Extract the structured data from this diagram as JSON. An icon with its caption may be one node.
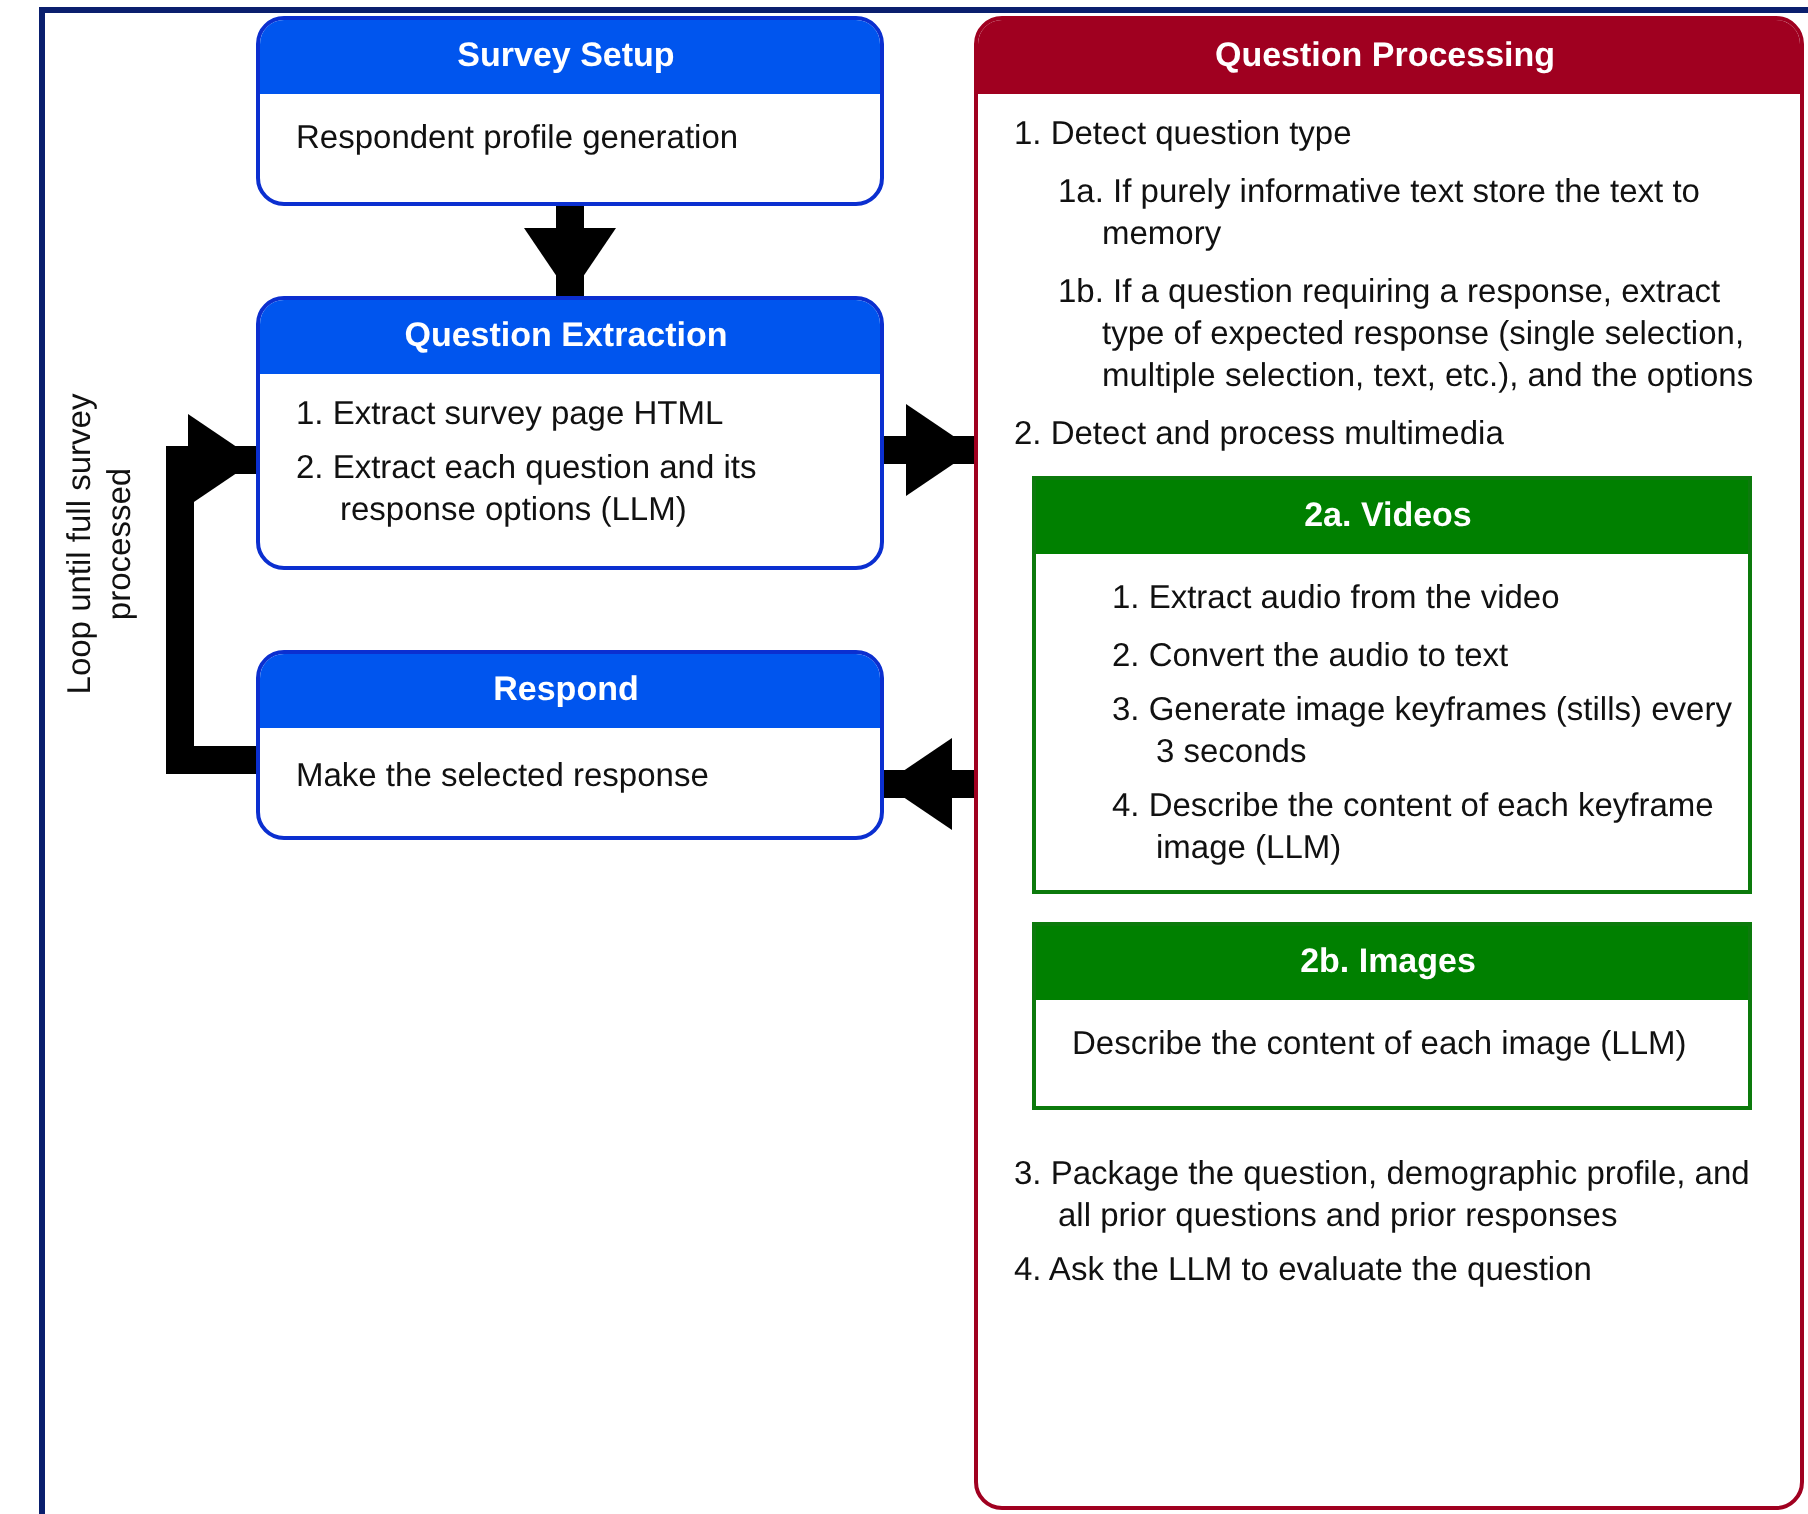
{
  "diagram": {
    "nodes": [
      {
        "text": [
          "Survey Setup",
          "Respondent profile generation"
        ]
      },
      {
        "text": [
          "Question Extraction",
          "1. Extract survey page HTML",
          "2. Extract each question and its response options (LLM)"
        ]
      },
      {
        "text": [
          "Respond",
          "Make the selected response"
        ]
      },
      {
        "text": [
          "Question Processing",
          "1. Detect question type",
          "1a. If purely informative text store the text to memory",
          "1b. If a question requiring a response, extract type of expected response (single selection, multiple selection, text, etc.), and the options",
          "2. Detect and process multimedia",
          "3. Package the question, demographic profile, and all prior questions and prior responses",
          "4. Ask the LLM to evaluate the question"
        ]
      },
      {
        "text": [
          "2a. Videos",
          "1. Extract audio from the video",
          "2. Convert the audio to text",
          "3. Generate image keyframes (stills) every 3 seconds",
          "4. Describe the content of each keyframe image (LLM)"
        ],
        "in": 3
      },
      {
        "text": [
          "2b. Images",
          "Describe the content of each image (LLM)"
        ],
        "in": 3
      }
    ],
    "edges": [
      {
        "from": 0,
        "to": 1,
        "arrow": "to"
      },
      {
        "from": 1,
        "to": 3,
        "arrow": "to"
      },
      {
        "from": 3,
        "to": 2,
        "arrow": "to"
      },
      {
        "from": 2,
        "to": 1,
        "arrow": "to",
        "label": "Loop until full survey processed"
      }
    ]
  }
}
